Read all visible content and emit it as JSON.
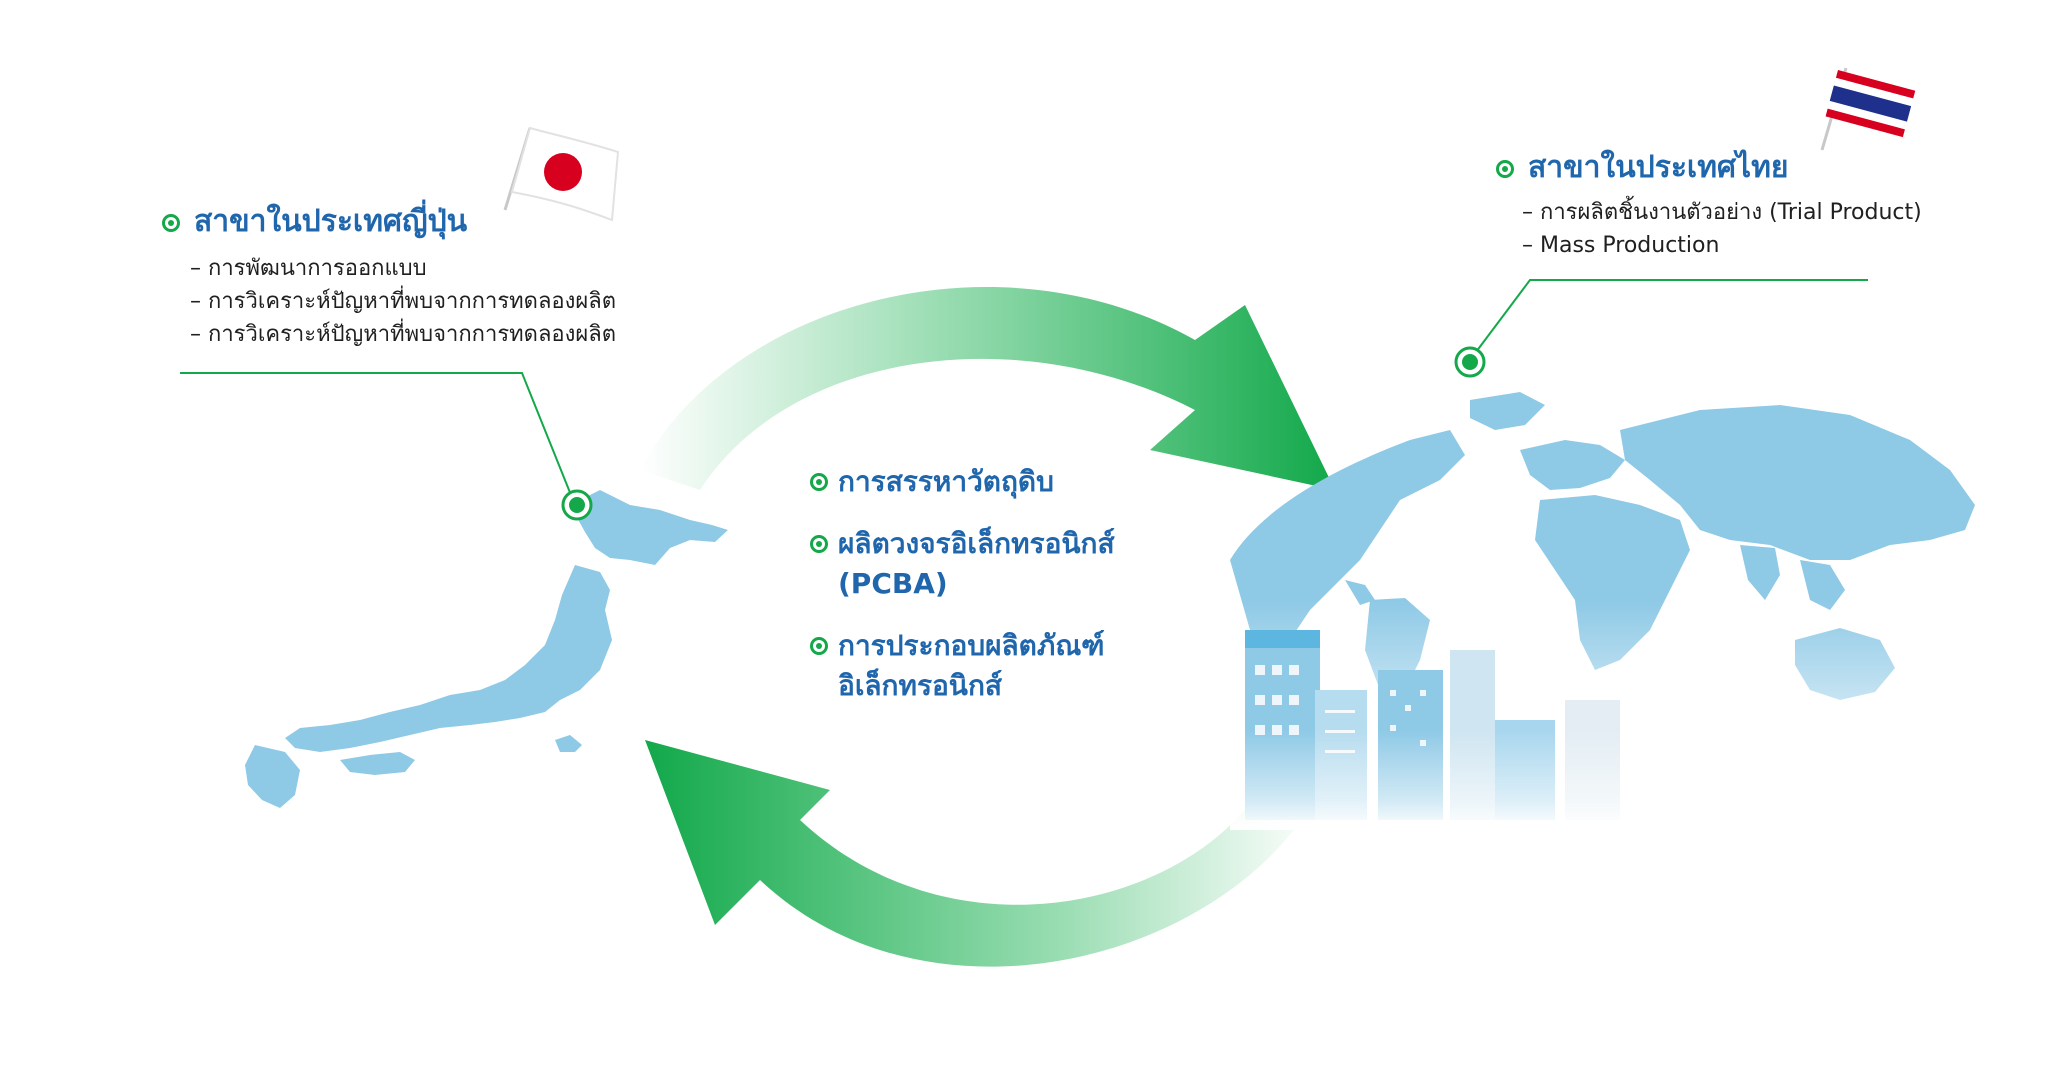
{
  "japan_branch": {
    "title": "สาขาในประเทศญี่ปุ่น",
    "items": [
      "การพัฒนาการออกแบบ",
      "การวิเคราะห์ปัญหาที่พบจากการทดลองผลิต",
      "การวิเคราะห์ปัญหาที่พบจากการทดลองผลิต"
    ]
  },
  "thai_branch": {
    "title": "สาขาในประเทศไทย",
    "items": [
      "การผลิตชิ้นงานตัวอย่าง (Trial Product)",
      "Mass Production"
    ]
  },
  "process": {
    "items": [
      {
        "line1": "การสรรหาวัตถุดิบ",
        "line2": ""
      },
      {
        "line1": "ผลิตวงจรอิเล็กทรอนิกส์",
        "line2": "(PCBA)"
      },
      {
        "line1": "การประกอบผลิตภัณฑ์",
        "line2": "อิเล็กทรอนิกส์"
      }
    ]
  },
  "colors": {
    "accent_green": "#15a84a",
    "title_blue": "#1f66ac",
    "map_blue": "#8ec9e6",
    "flag_red_japan": "#d8001f",
    "flag_blue_thai": "#1f2f8c"
  },
  "icons": {
    "japan_flag": "japan-flag-icon",
    "thai_flag": "thailand-flag-icon",
    "japan_map": "japan-map",
    "world_globe": "globe-map",
    "city": "city-buildings"
  }
}
